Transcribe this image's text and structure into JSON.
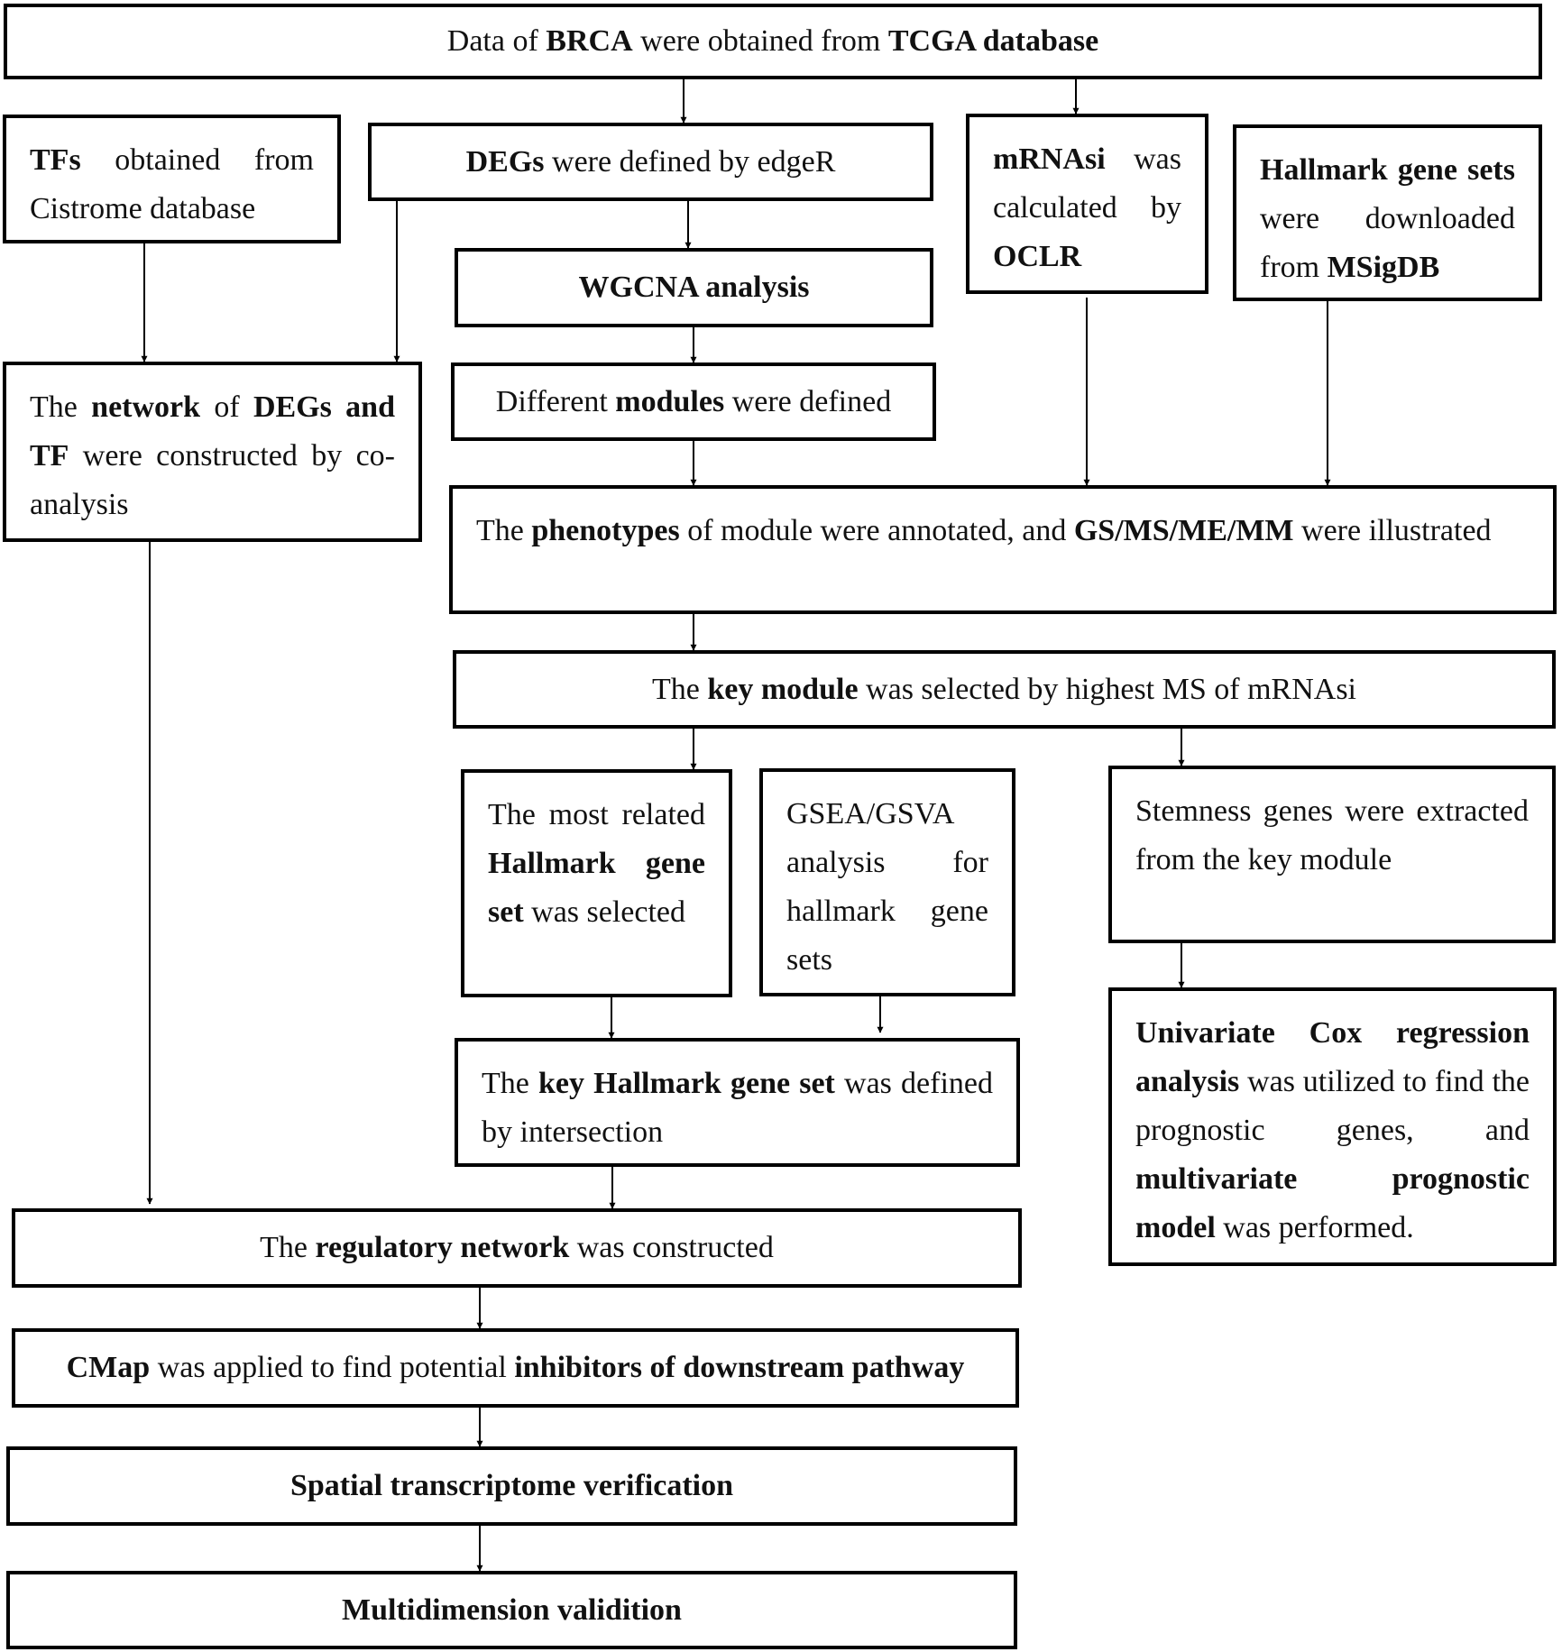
{
  "boxes": {
    "b1": [
      "Data of ",
      {
        "b": "BRCA"
      },
      " were obtained from ",
      {
        "b": "TCGA database"
      }
    ],
    "b2": [
      {
        "b": "TFs"
      },
      " obtained from Cistrome database"
    ],
    "b3": [
      {
        "b": "DEGs"
      },
      " were defined by edgeR"
    ],
    "b4": [
      {
        "b": "mRNAsi"
      },
      " was calculated by ",
      {
        "b": "OCLR"
      }
    ],
    "b5": [
      {
        "b": "Hallmark gene sets"
      },
      " were downloaded from ",
      {
        "b": "MSigDB"
      }
    ],
    "b6": [
      {
        "b": "WGCNA analysis"
      }
    ],
    "b7": [
      "The ",
      {
        "b": "network"
      },
      " of ",
      {
        "b": "DEGs and TF"
      },
      " were constructed by co-analysis"
    ],
    "b8": [
      "Different ",
      {
        "b": "modules"
      },
      " were defined"
    ],
    "b9": [
      "The ",
      {
        "b": "phenotypes"
      },
      " of module were annotated, and ",
      {
        "b": "GS/MS/ME/MM"
      },
      " were illustrated"
    ],
    "b10": [
      "The ",
      {
        "b": "key module"
      },
      " was selected by highest MS of mRNAsi"
    ],
    "b11": [
      "The most related ",
      {
        "b": "Hallmark gene set"
      },
      " was selected"
    ],
    "b12": [
      "GSEA/GSVA analysis for hallmark gene sets"
    ],
    "b13": [
      "Stemness genes were extracted from the key module"
    ],
    "b14": [
      "The ",
      {
        "b": "key Hallmark gene set"
      },
      " was defined by intersection"
    ],
    "b15": [
      {
        "b": "Univariate Cox regression analysis"
      },
      " was utilized to find the prognostic genes, and ",
      {
        "b": "multivariate prognostic model"
      },
      " was performed."
    ],
    "b16": [
      "The ",
      {
        "b": "regulatory network"
      },
      " was constructed"
    ],
    "b17": [
      {
        "b": "CMap"
      },
      " was applied to find potential ",
      {
        "b": "inhibitors of downstream pathway"
      }
    ],
    "b18": [
      {
        "b": "Spatial transcriptome verification"
      }
    ],
    "b19": [
      {
        "b": "Multidimension validition"
      }
    ]
  }
}
